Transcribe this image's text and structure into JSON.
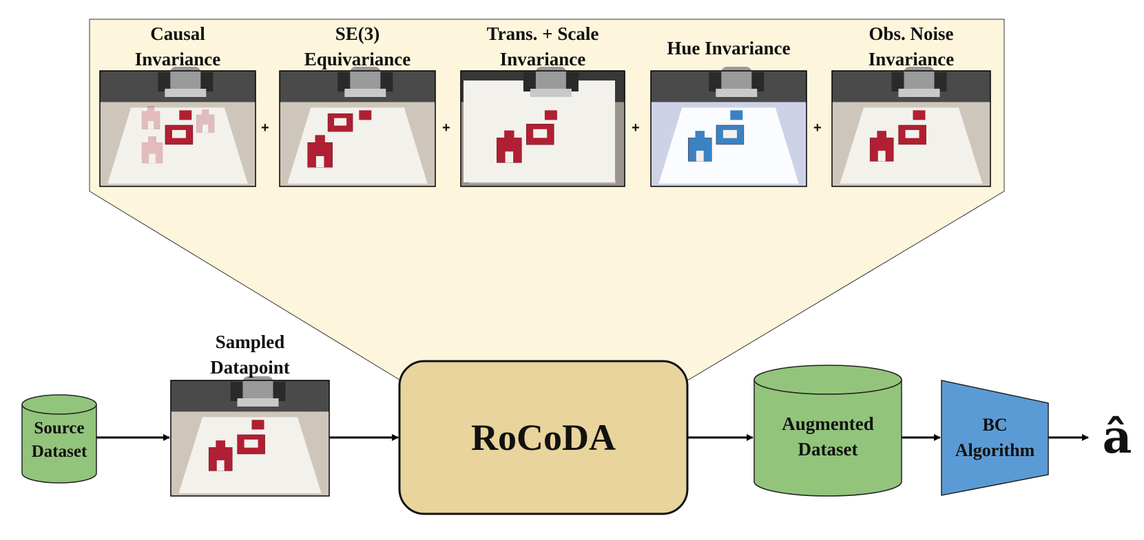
{
  "top_panel": {
    "frames": [
      {
        "label_line1": "Causal",
        "label_line2": "Invariance",
        "scene": "causal"
      },
      {
        "label_line1": "SE(3)",
        "label_line2": "Equivariance",
        "scene": "se3"
      },
      {
        "label_line1": "Trans. + Scale",
        "label_line2": "Invariance",
        "scene": "trans"
      },
      {
        "label_line1": "Hue Invariance",
        "label_line2": "",
        "scene": "hue"
      },
      {
        "label_line1": "Obs. Noise",
        "label_line2": "Invariance",
        "scene": "noise"
      }
    ],
    "plus": "+"
  },
  "pipeline": {
    "source": {
      "line1": "Source",
      "line2": "Dataset"
    },
    "sampled": {
      "line1": "Sampled",
      "line2": "Datapoint"
    },
    "rocoda": "RoCoDA",
    "augmented": {
      "line1": "Augmented",
      "line2": "Dataset"
    },
    "bc": {
      "line1": "BC",
      "line2": "Algorithm"
    },
    "output": "â"
  },
  "colors": {
    "panel_fill": "#fdf5dc",
    "rocoda_fill": "#e8d49c",
    "dataset_fill": "#92c47c",
    "bc_fill": "#5b9bd5",
    "block_red": "#b01f33",
    "block_blue": "#3a82c4"
  }
}
